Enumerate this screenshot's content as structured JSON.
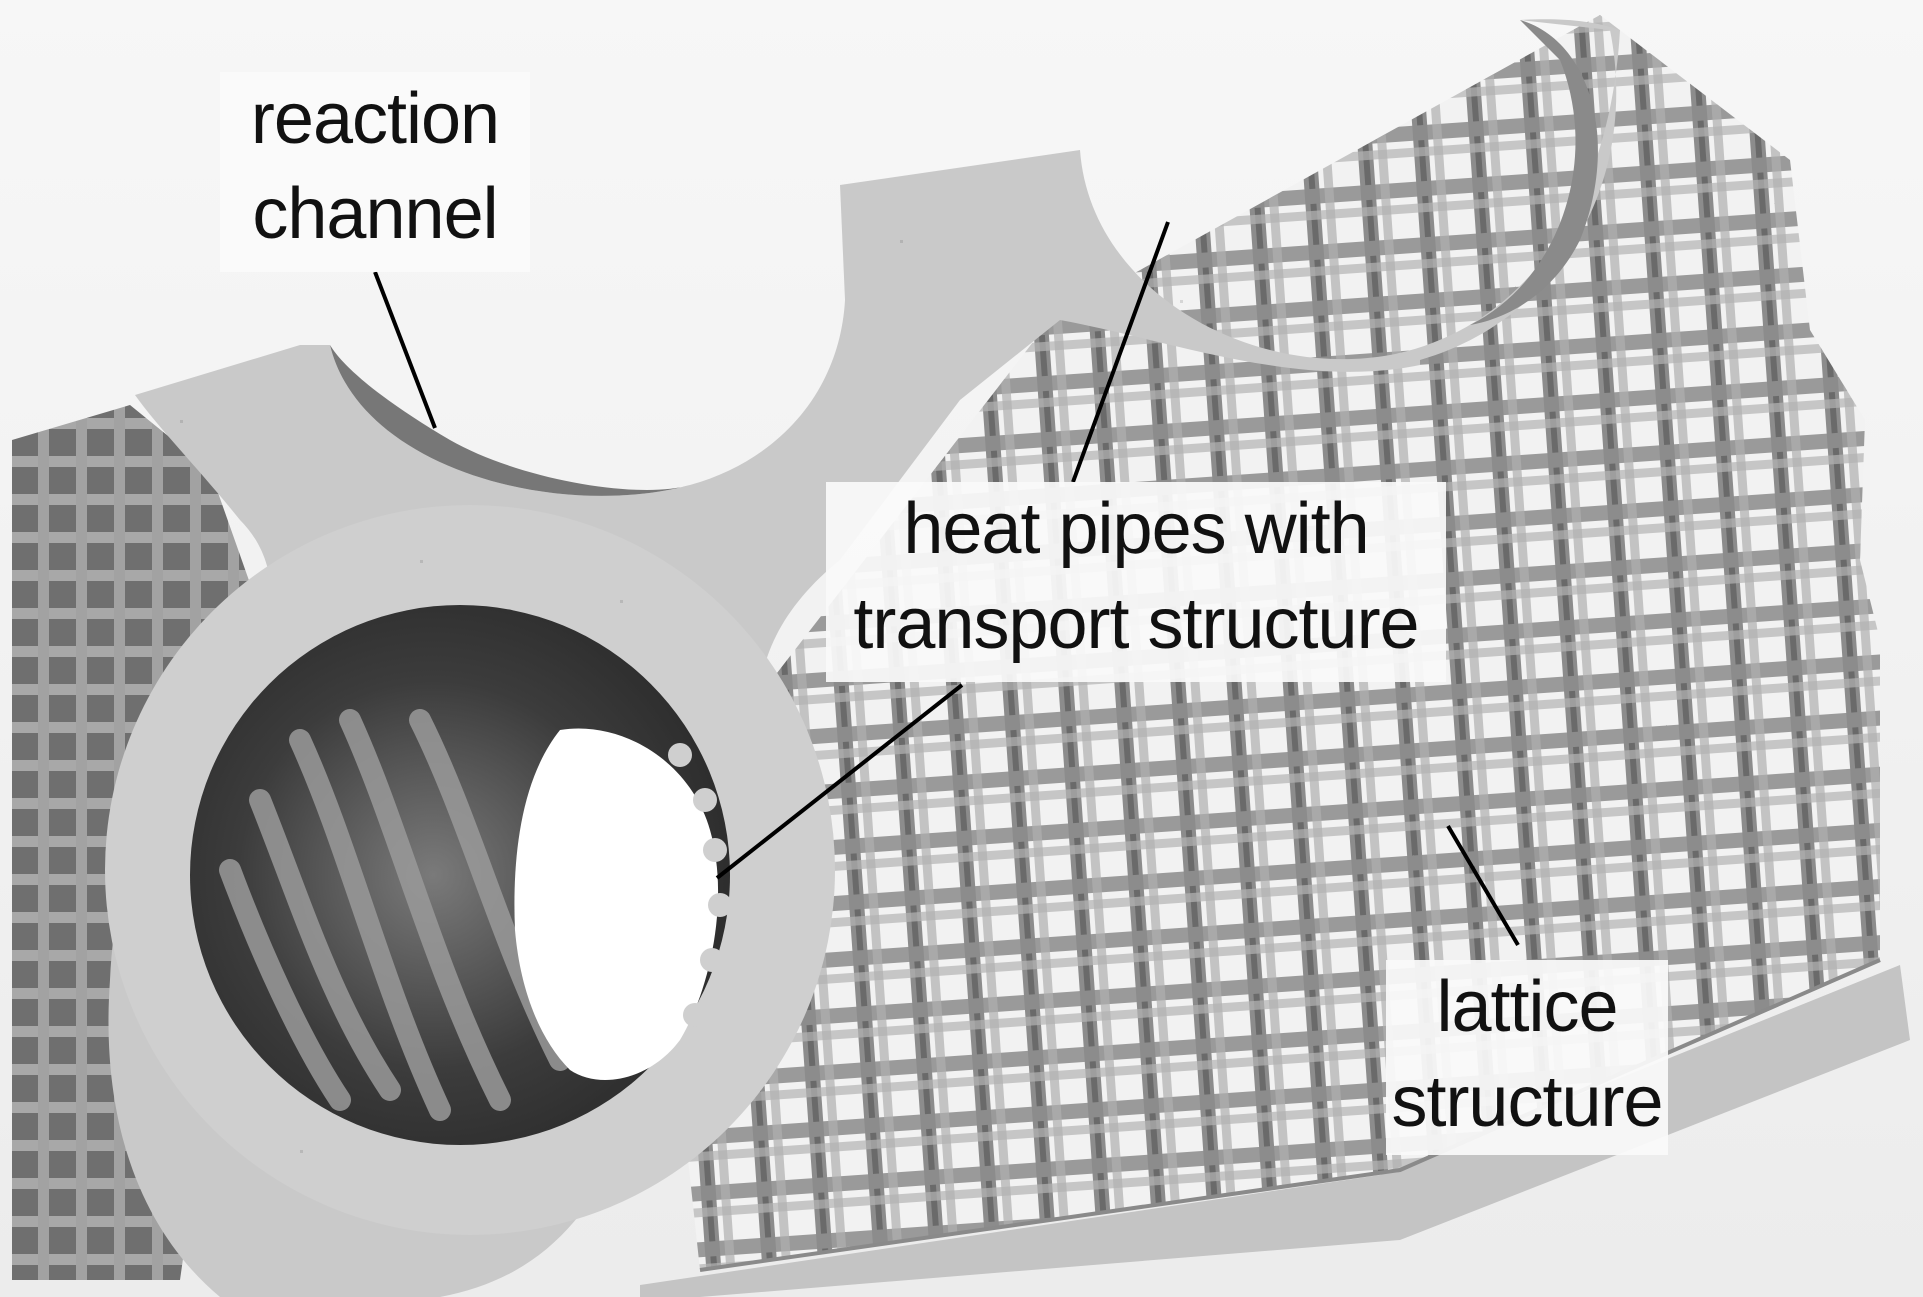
{
  "labels": {
    "reaction_channel": {
      "line1": "reaction",
      "line2": "channel"
    },
    "heat_pipes": {
      "line1": "heat pipes with",
      "line2": "transport structure"
    },
    "lattice_structure": {
      "line1": "lattice",
      "line2": "structure"
    }
  },
  "colors": {
    "background": "#f4f4f4",
    "part_surface": "#bdbdbd",
    "lattice": "#8f8f8f",
    "shadow": "#4a4a4a",
    "leader_line": "#000000",
    "label_box": "#fafafa"
  }
}
